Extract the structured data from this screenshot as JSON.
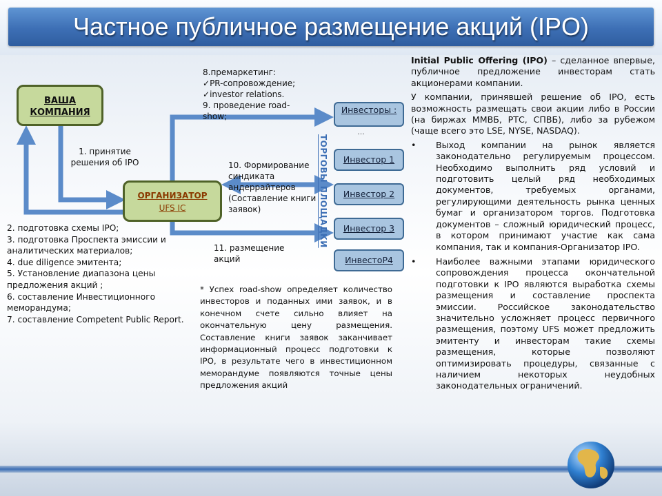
{
  "slide": {
    "title": "Частное публичное размещение акций (IPO)"
  },
  "diagram": {
    "company_label": "ВАША КОМПАНИЯ",
    "organizer_title": "ОРГАНИЗАТОР",
    "organizer_sub": "UFS IC",
    "investors_header": "Инвесторы :",
    "ellipsis": "…",
    "investors": [
      "Инвестор 1",
      "Инвестор 2",
      "Инвестор 3",
      "ИнвестоР4"
    ],
    "platforms_label": "ТОРГОВЫ ПЛОЩАДКИ",
    "step1": "1. принятие решения об IPO",
    "premarketing_title": "8.премаркетинг:",
    "premarketing_items": [
      "PR-сопровождение;",
      "investor relations."
    ],
    "step9": "9. проведение road-show;",
    "step10": "10. Формирование синдиката андеррайтеров (Составление книги заявок)",
    "step11": "11. размещение акций",
    "steps_list": [
      "2. подготовка схемы IPO;",
      "3. подготовка Проспекта эмиссии и аналитических материалов;",
      "4. due diligence эмитента;",
      "5. Установление диапазона цены предложения акций ;",
      "6. составление Инвестиционного меморандума;",
      "7. составление Competent Public Report."
    ],
    "note": "* Успех road-show определяет количество инвесторов и поданных ими заявок, и в конечном счете сильно влияет на окончательную цену размещения. Составление книги заявок заканчивает информационный процесс подготовки к IPO, в результате чего в инвестиционном меморандуме появляются точные цены предложения акций"
  },
  "description": {
    "definition_term": "Initial Public Offering (IPO)",
    "definition_rest": " – сделанное впервые, публичное предложение инвесторам стать акционерами компании.",
    "paragraph2": "У компании, принявшей решение об IPO, есть возможность размещать свои акции либо в России (на биржах ММВБ, РТС, СПВБ), либо за рубежом (чаще всего это LSE, NYSE, NASDAQ).",
    "bullet_symbol": "•",
    "bullets": [
      "Выход компании на рынок является законодательно регулируемым процессом. Необходимо выполнить ряд условий и подготовить целый ряд необходимых документов, требуемых органами, регулирующими деятельность рынка ценных бумаг и организатором торгов. Подготовка документов – сложный юридический процесс, в котором принимают участие как сама компания, так и компания-Организатор IPO.",
      "Наиболее важными этапами юридического сопровождения процесса окончательной подготовки к IPO являются выработка схемы размещения и составление проспекта эмиссии. Российское законодательство значительно усложняет процесс первичного размещения, поэтому UFS может предложить эмитенту и инвесторам такие схемы размещения, которые позволяют оптимизировать процедуры, связанные с наличием некоторых неудобных законодательных ограничений."
    ]
  },
  "colors": {
    "title_band": "#3d6fb5",
    "arrow": "#5b8bc9",
    "green_box": "#c6d99c",
    "investor_box": "#a9c5e0"
  }
}
